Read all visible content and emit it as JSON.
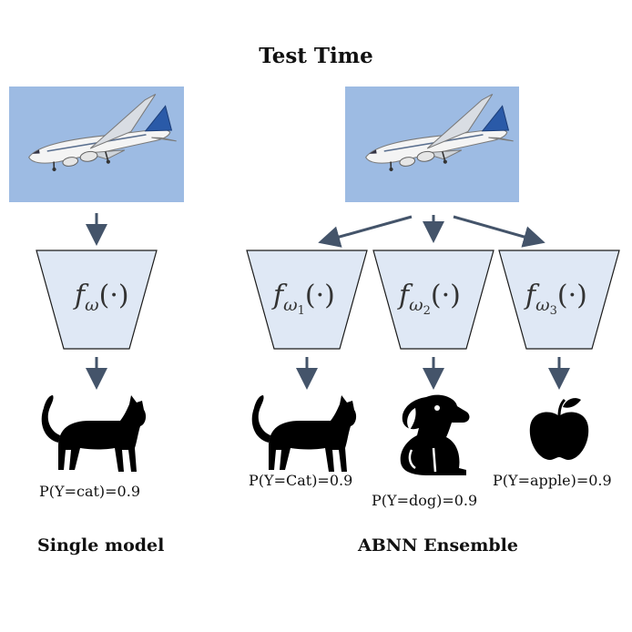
{
  "title": "Test Time",
  "single": {
    "caption": "Single model",
    "function_label": {
      "base": "f",
      "sub": "ω",
      "subsub": ""
    },
    "output": {
      "icon": "cat-icon",
      "probability": "P(Y=cat)=0.9"
    }
  },
  "ensemble": {
    "caption": "ABNN Ensemble",
    "members": [
      {
        "function_label": {
          "base": "f",
          "sub": "ω",
          "subsub": "1"
        },
        "output": {
          "icon": "cat-icon",
          "probability": "P(Y=Cat)=0.9"
        }
      },
      {
        "function_label": {
          "base": "f",
          "sub": "ω",
          "subsub": "2"
        },
        "output": {
          "icon": "dog-icon",
          "probability": "P(Y=dog)=0.9"
        }
      },
      {
        "function_label": {
          "base": "f",
          "sub": "ω",
          "subsub": "3"
        },
        "output": {
          "icon": "apple-icon",
          "probability": "P(Y=apple)=0.9"
        }
      }
    ]
  },
  "colors": {
    "sky": "#9dbbe3",
    "model_fill": "#dfe8f5",
    "model_stroke": "#1b1b1b",
    "arrow": "#44546a"
  }
}
